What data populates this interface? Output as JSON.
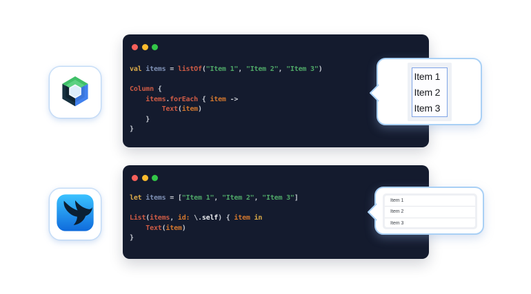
{
  "colors": {
    "window_bg": "#141b2e",
    "dot_red": "#f7605a",
    "dot_yellow": "#fbbb2d",
    "dot_green": "#33c748",
    "bubble_border": "#a9d0f5",
    "compose_green": "#3fbf68",
    "compose_blue": "#4181ee",
    "compose_navy": "#13293a",
    "swift_gradient_top": "#3bc2ff",
    "swift_gradient_bottom": "#0f6bdc"
  },
  "icons": {
    "top_logo": "jetpack-compose-logo",
    "bottom_logo": "swiftui-swift-bird-logo",
    "window_controls": [
      "close",
      "minimize",
      "zoom"
    ]
  },
  "panels": [
    {
      "code": [
        [
          {
            "t": "val",
            "c": "kw"
          },
          {
            "t": " ",
            "c": "pun"
          },
          {
            "t": "items",
            "c": "var"
          },
          {
            "t": " = ",
            "c": "pun"
          },
          {
            "t": "listOf",
            "c": "fn"
          },
          {
            "t": "(",
            "c": "pun"
          },
          {
            "t": "\"Item 1\"",
            "c": "str"
          },
          {
            "t": ", ",
            "c": "pun"
          },
          {
            "t": "\"Item 2\"",
            "c": "str"
          },
          {
            "t": ", ",
            "c": "pun"
          },
          {
            "t": "\"Item 3\"",
            "c": "str"
          },
          {
            "t": ")",
            "c": "pun"
          }
        ],
        [],
        [
          {
            "t": "Column",
            "c": "fn"
          },
          {
            "t": " {",
            "c": "pun"
          }
        ],
        [
          {
            "t": "    ",
            "c": "pun"
          },
          {
            "t": "items",
            "c": "fn"
          },
          {
            "t": ".",
            "c": "pun"
          },
          {
            "t": "forEach",
            "c": "fn"
          },
          {
            "t": " { ",
            "c": "pun"
          },
          {
            "t": "item",
            "c": "arg"
          },
          {
            "t": " ->",
            "c": "pun"
          }
        ],
        [
          {
            "t": "        ",
            "c": "pun"
          },
          {
            "t": "Text",
            "c": "fn"
          },
          {
            "t": "(",
            "c": "pun"
          },
          {
            "t": "item",
            "c": "arg"
          },
          {
            "t": ")",
            "c": "pun"
          }
        ],
        [
          {
            "t": "    }",
            "c": "pun"
          }
        ],
        [
          {
            "t": "}",
            "c": "pun"
          }
        ]
      ],
      "preview_items": [
        "Item 1",
        "Item 2",
        "Item 3"
      ]
    },
    {
      "code": [
        [
          {
            "t": "let",
            "c": "kw"
          },
          {
            "t": " ",
            "c": "pun"
          },
          {
            "t": "items",
            "c": "var"
          },
          {
            "t": " = [",
            "c": "pun"
          },
          {
            "t": "\"Item 1\"",
            "c": "str"
          },
          {
            "t": ", ",
            "c": "pun"
          },
          {
            "t": "\"Item 2\"",
            "c": "str"
          },
          {
            "t": ", ",
            "c": "pun"
          },
          {
            "t": "\"Item 3\"",
            "c": "str"
          },
          {
            "t": "]",
            "c": "pun"
          }
        ],
        [],
        [
          {
            "t": "List",
            "c": "fn"
          },
          {
            "t": "(",
            "c": "pun"
          },
          {
            "t": "items",
            "c": "fn"
          },
          {
            "t": ", ",
            "c": "pun"
          },
          {
            "t": "id:",
            "c": "arg"
          },
          {
            "t": " \\.",
            "c": "pun"
          },
          {
            "t": "self",
            "c": "self"
          },
          {
            "t": ") { ",
            "c": "pun"
          },
          {
            "t": "item",
            "c": "arg"
          },
          {
            "t": " ",
            "c": "pun"
          },
          {
            "t": "in",
            "c": "kw"
          }
        ],
        [
          {
            "t": "    ",
            "c": "pun"
          },
          {
            "t": "Text",
            "c": "fn"
          },
          {
            "t": "(",
            "c": "pun"
          },
          {
            "t": "item",
            "c": "arg"
          },
          {
            "t": ")",
            "c": "pun"
          }
        ],
        [
          {
            "t": "}",
            "c": "pun"
          }
        ]
      ],
      "preview_items": [
        "Item 1",
        "Item 2",
        "Item 3"
      ]
    }
  ]
}
